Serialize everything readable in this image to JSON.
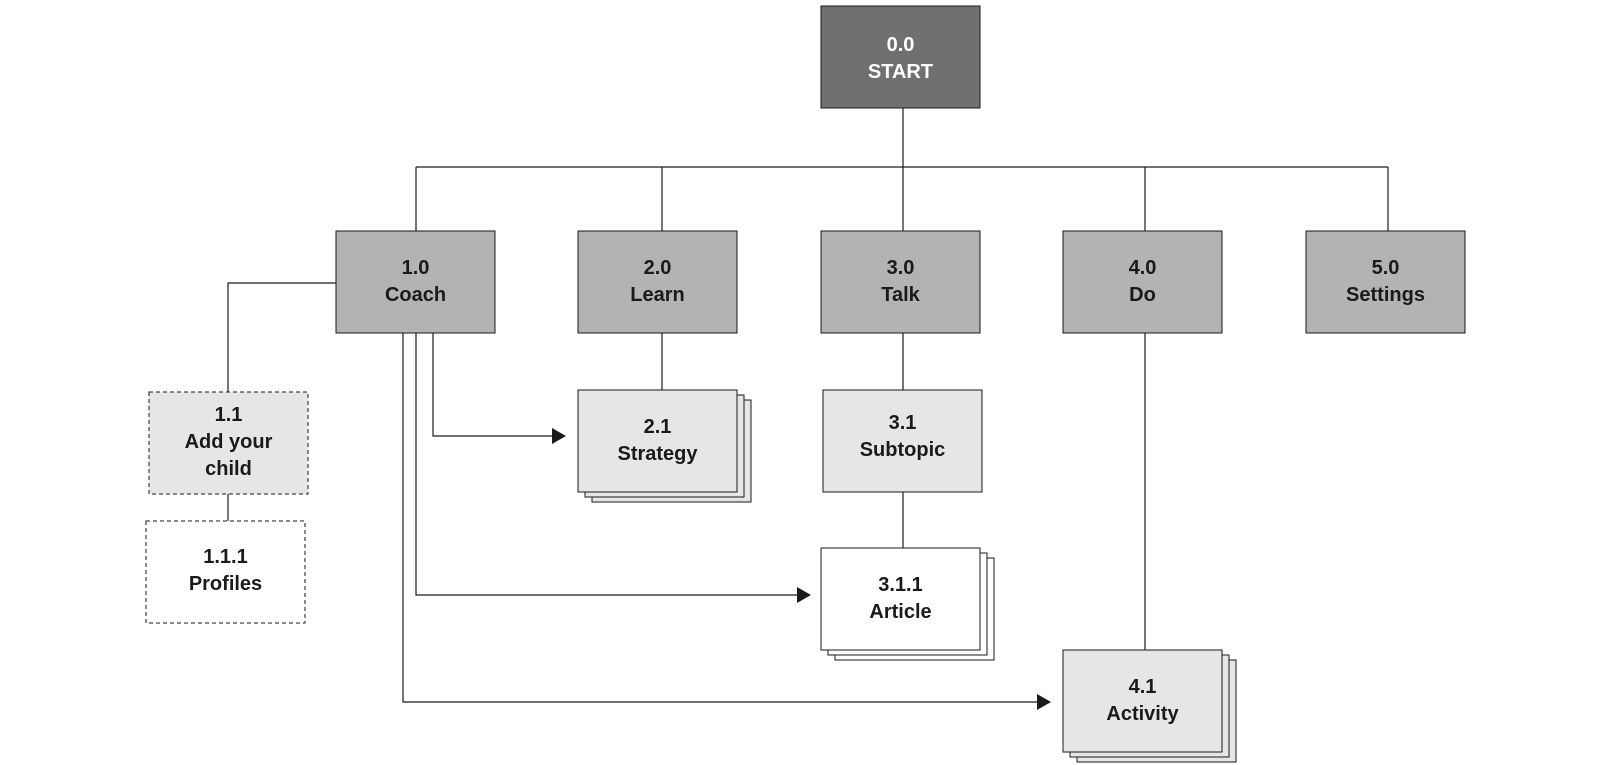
{
  "nodes": {
    "start": {
      "number": "0.0",
      "label": "START"
    },
    "coach": {
      "number": "1.0",
      "label": "Coach"
    },
    "learn": {
      "number": "2.0",
      "label": "Learn"
    },
    "talk": {
      "number": "3.0",
      "label": "Talk"
    },
    "do": {
      "number": "4.0",
      "label": "Do"
    },
    "settings": {
      "number": "5.0",
      "label": "Settings"
    },
    "add_child": {
      "number": "1.1",
      "label_line1": "Add your",
      "label_line2": "child"
    },
    "profiles": {
      "number": "1.1.1",
      "label": "Profiles"
    },
    "strategy": {
      "number": "2.1",
      "label": "Strategy"
    },
    "subtopic": {
      "number": "3.1",
      "label": "Subtopic"
    },
    "article": {
      "number": "3.1.1",
      "label": "Article"
    },
    "activity": {
      "number": "4.1",
      "label": "Activity"
    }
  },
  "colors": {
    "root": "#707070",
    "level1": "#b3b3b3",
    "level2": "#e6e6e6",
    "level3": "#ffffff",
    "line": "#1a1a1a"
  }
}
